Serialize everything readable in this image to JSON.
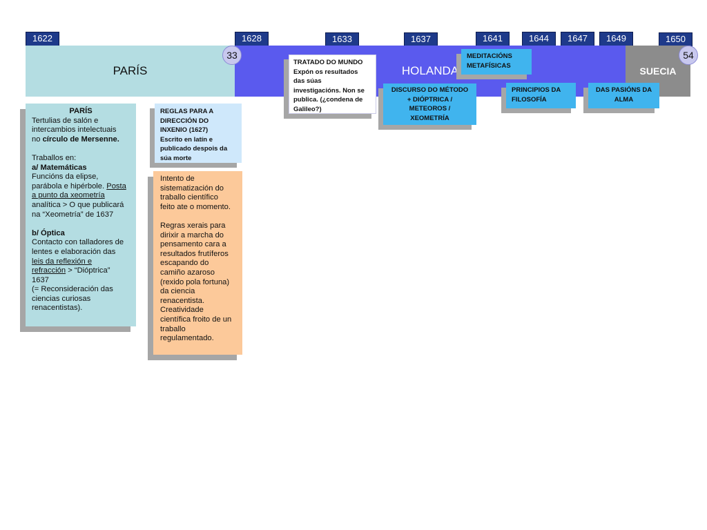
{
  "years": [
    "1622",
    "1628",
    "1633",
    "1637",
    "1641",
    "1644",
    "1647",
    "1649",
    "1650"
  ],
  "bands": {
    "paris": "PARÍS",
    "holanda": "HOLANDA",
    "suecia": "SUECIA"
  },
  "ages": {
    "start": "33",
    "end": "54"
  },
  "colors": {
    "year_bg": "#1e3a8a",
    "paris_band": "#b4dde2",
    "holanda_band": "#5a5aee",
    "suecia_band": "#8c8c8c",
    "note_white": "#ffffff",
    "note_blue": "#40b4ee",
    "note_light": "#cfe8fb",
    "note_orange": "#fcc99a"
  },
  "notes": {
    "tratado": [
      "TRATADO DO MUNDO",
      "Expón os resultados",
      "das súas",
      "investigacións. Non se",
      "publica. (¿condena de",
      "Galileo?)"
    ],
    "meditacions": [
      "MEDITACIÓNS",
      "METAFÍSICAS"
    ],
    "discurso": [
      "DISCURSO DO MÉTODO",
      "+ DIÓPTRICA /",
      "METEOROS /",
      "XEOMETRÍA"
    ],
    "principios": [
      "PRINCIPIOS DA",
      "FILOSOFÍA"
    ],
    "pasions": [
      "DAS PASIÓNS DA",
      "ALMA"
    ],
    "reglas": [
      "REGLAS PARA A",
      "DIRECCIÓN DO",
      "INXENIO (1627)",
      "Escrito en latín e",
      "publicado despois da",
      "súa morte"
    ]
  },
  "paris_panel": {
    "title": "PARÍS",
    "l1": "Tertulias de salón e",
    "l2": "intercambios intelectuais",
    "l3a": "no ",
    "l3b": "círculo de Mersenne.",
    "l4": "Traballos en:",
    "l5": "a/ Matemáticas",
    "l6": "Funcións da elipse,",
    "l7a": "parábola e hipérbole. ",
    "l7b": "Posta",
    "l8": "a punto da xeometría",
    "l9": "analítica > O que publicará",
    "l10": "na “Xeometría” de 1637",
    "l11": "b/ Óptica",
    "l12": "Contacto con talladores de",
    "l13": "lentes e elaboración das",
    "l14": "leis da reflexión e",
    "l15a": "refracción",
    "l15b": " > “Dióptrica”",
    "l16": "1637",
    "l17": "(= Reconsideración das",
    "l18": "ciencias curiosas",
    "l19": "renacentistas)."
  },
  "orange_panel": {
    "lines_a": [
      "Intento de",
      "sistematización do",
      "traballo científico",
      "feito ate o momento."
    ],
    "lines_b": [
      "Regras xerais para",
      "dirixir a marcha do",
      "pensamento cara a",
      "resultados frutíferos",
      "escapando do",
      "camiño azaroso",
      "(rexido pola fortuna)",
      "da ciencia",
      "renacentista.",
      "Creatividade",
      "científica froito de un",
      "traballo",
      "regulamentado."
    ]
  }
}
